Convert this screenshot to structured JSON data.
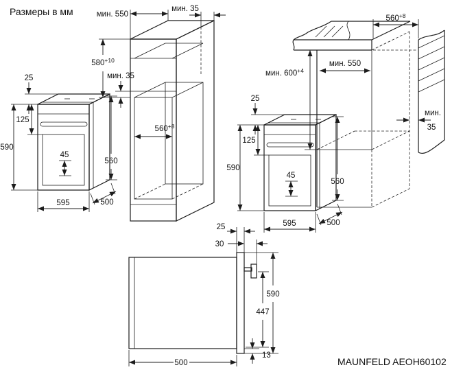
{
  "title": "Размеры в мм",
  "model": "MAUNFELD AEOH60102",
  "tall_cabinet": {
    "depth_min": "мин. 550",
    "top_gap": "мин. 35",
    "upper_niche_height": {
      "base": "580",
      "sup": "+10"
    },
    "shelf_gap": "мин. 35",
    "niche_width": {
      "base": "560",
      "sup": "+8"
    }
  },
  "oven": {
    "top_inset": "25",
    "front_top_height": "125",
    "height": "590",
    "door_detail": "45",
    "chassis_height": "560",
    "width": "595",
    "depth": "500"
  },
  "base_cabinet": {
    "niche_width_top": {
      "base": "560",
      "sup": "+8"
    },
    "niche_height": {
      "base": "мин. 600",
      "sup": "+4"
    },
    "niche_depth": "мин. 550",
    "rear_gap_l1": "мин.",
    "rear_gap_l2": "35"
  },
  "side_view": {
    "door_thickness": "25",
    "handle_depth": "30",
    "height": "590",
    "inner_height": "447",
    "depth": "500",
    "bottom_gap": "13"
  }
}
